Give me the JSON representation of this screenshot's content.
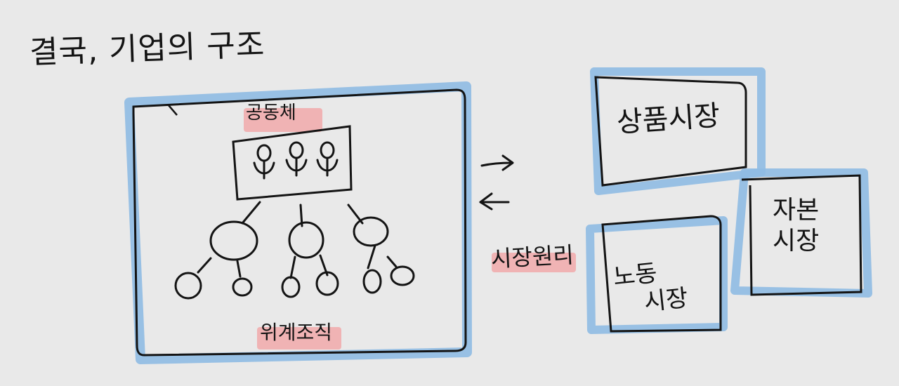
{
  "title": "결국, 기업의 구조",
  "firm": {
    "community_label": "공동체",
    "hierarchy_label": "위계조직"
  },
  "flows": {
    "market_principle_label": "시장원리"
  },
  "markets": {
    "product": "상품시장",
    "capital_line1": "자본",
    "capital_line2": "시장",
    "labor_line1": "노동",
    "labor_line2": "시장"
  },
  "colors": {
    "background": "#e9e9e9",
    "frame_blue": "#8fbbe3",
    "highlight_pink": "#f1a9aa",
    "ink": "#141414"
  }
}
